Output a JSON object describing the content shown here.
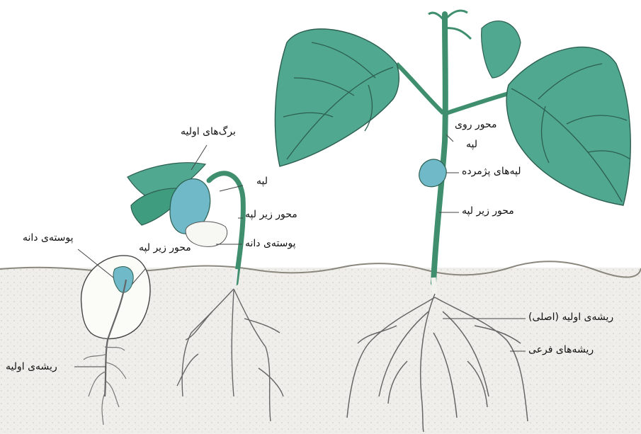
{
  "labels": {
    "seedling": {
      "seed_coat": "پوسته‌ی دانه",
      "hypocotyl": "محور زیر لپه",
      "radicle": "ریشه‌ی اولیه"
    },
    "young_plant": {
      "primary_leaves": "برگ‌های اولیه",
      "cotyledon": "لپه",
      "hypocotyl": "محور زیر لپه",
      "seed_coat": "پوسته‌ی دانه"
    },
    "mature_plant": {
      "epicotyl_line1": "محور روی",
      "epicotyl_line2": "لپه",
      "withered_cotyledons": "لپه‌های پژمرده",
      "hypocotyl": "محور زیر لپه",
      "primary_root": "ریشه‌ی اولیه (اصلی)",
      "lateral_roots": "ریشه‌های فرعی"
    }
  },
  "colors": {
    "leaf": "#4fa88f",
    "leaf_vein": "#2d5f50",
    "stem": "#3f8f6f",
    "cotyledon": "#6fb9c9",
    "soil": "#ecebe6",
    "line": "#333333"
  }
}
